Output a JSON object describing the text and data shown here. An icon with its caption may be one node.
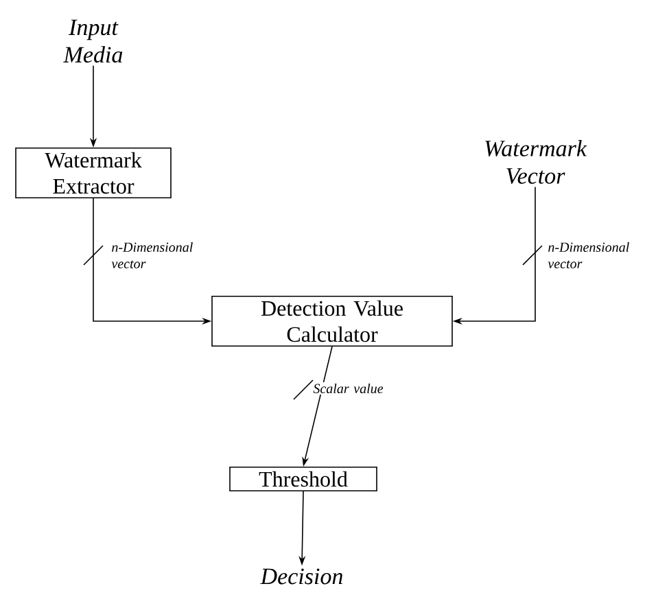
{
  "diagram": {
    "nodes": [
      {
        "text": [
          "Input Media"
        ]
      },
      {
        "text": [
          "Watermark Extractor"
        ]
      },
      {
        "text": [
          "Watermark Vector"
        ]
      },
      {
        "text": [
          "Detection Value Calculator"
        ]
      },
      {
        "text": [
          "Threshold"
        ]
      },
      {
        "text": [
          "Decision"
        ]
      }
    ],
    "edges": [
      {
        "from": 0,
        "to": 1,
        "arrow": "to"
      },
      {
        "from": 1,
        "to": 3,
        "arrow": "to",
        "label": "n-Dimensional vector"
      },
      {
        "from": 2,
        "to": 3,
        "arrow": "to",
        "label": "n-Dimensional vector"
      },
      {
        "from": 3,
        "to": 4,
        "arrow": "to",
        "label": "Scalar value"
      },
      {
        "from": 4,
        "to": 5,
        "arrow": "to"
      }
    ]
  }
}
